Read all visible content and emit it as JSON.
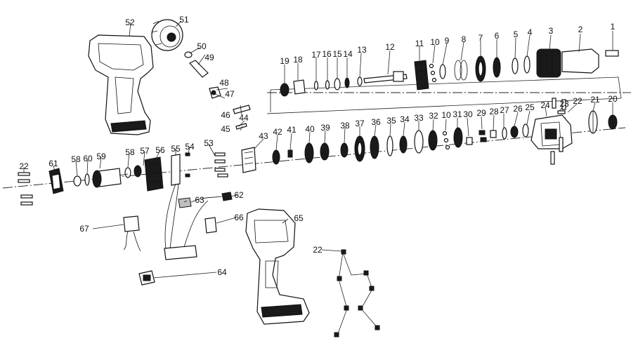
{
  "diagram": {
    "labels": [
      "1",
      "2",
      "3",
      "4",
      "5",
      "6",
      "7",
      "8",
      "9",
      "10",
      "11",
      "12",
      "13",
      "14",
      "15",
      "16",
      "17",
      "18",
      "19",
      "20",
      "21",
      "22",
      "23",
      "24",
      "25",
      "26",
      "27",
      "28",
      "29",
      "30",
      "31",
      "32",
      "33",
      "34",
      "35",
      "36",
      "37",
      "38",
      "39",
      "40",
      "41",
      "42",
      "43",
      "44",
      "45",
      "46",
      "47",
      "48",
      "49",
      "50",
      "51",
      "52",
      "53",
      "54",
      "55",
      "56",
      "57",
      "58",
      "59",
      "60",
      "61",
      "62",
      "63",
      "64",
      "65",
      "66",
      "67"
    ],
    "extra_labels": {
      "ten_b": "10",
      "twentytwo_b": "22",
      "twentytwo_c": "22",
      "fiftyeight_b": "58"
    }
  }
}
